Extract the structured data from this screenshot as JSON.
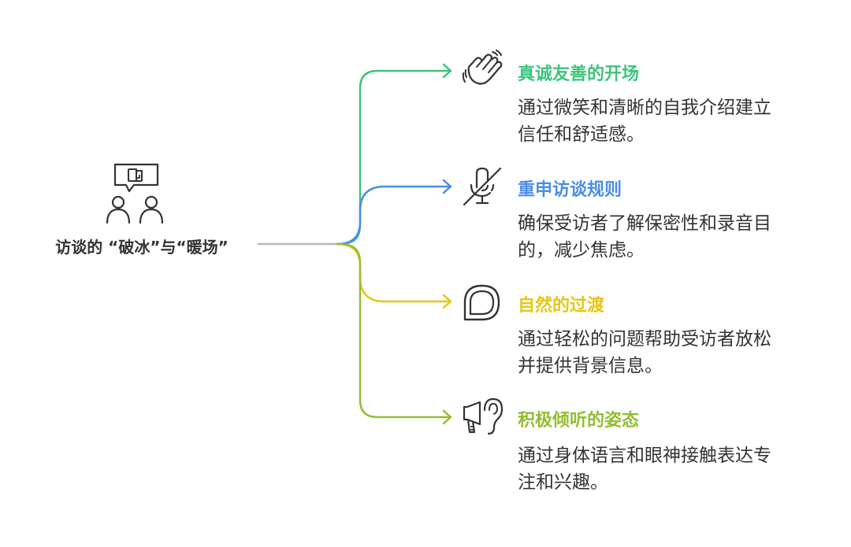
{
  "root": {
    "title": "访谈的 “破冰”与“暖场”",
    "icon": "interview-people-icon"
  },
  "colors": {
    "line_root": "#b8b8b8",
    "text_main": "#333333",
    "icon_stroke": "#333333"
  },
  "branches": [
    {
      "title": "真诚友善的开场",
      "desc_line1": "通过微笑和清晰的自我介绍建立",
      "desc_line2": "信任和舒适感。",
      "color": "#3cc47c",
      "icon": "waving-hand-icon"
    },
    {
      "title": "重申访谈规则",
      "desc_line1": "确保受访者了解保密性和录音目",
      "desc_line2": "的，减少焦虑。",
      "color": "#4a8de8",
      "icon": "muted-microphone-icon"
    },
    {
      "title": "自然的过渡",
      "desc_line1": "通过轻松的问题帮助受访者放松",
      "desc_line2": "并提供背景信息。",
      "color": "#e6c619",
      "icon": "speech-bubble-icon"
    },
    {
      "title": "积极倾听的姿态",
      "desc_line1": "通过身体语言和眼神接触表达专",
      "desc_line2": "注和兴趣。",
      "color": "#93bd32",
      "icon": "listening-ear-icon"
    }
  ]
}
